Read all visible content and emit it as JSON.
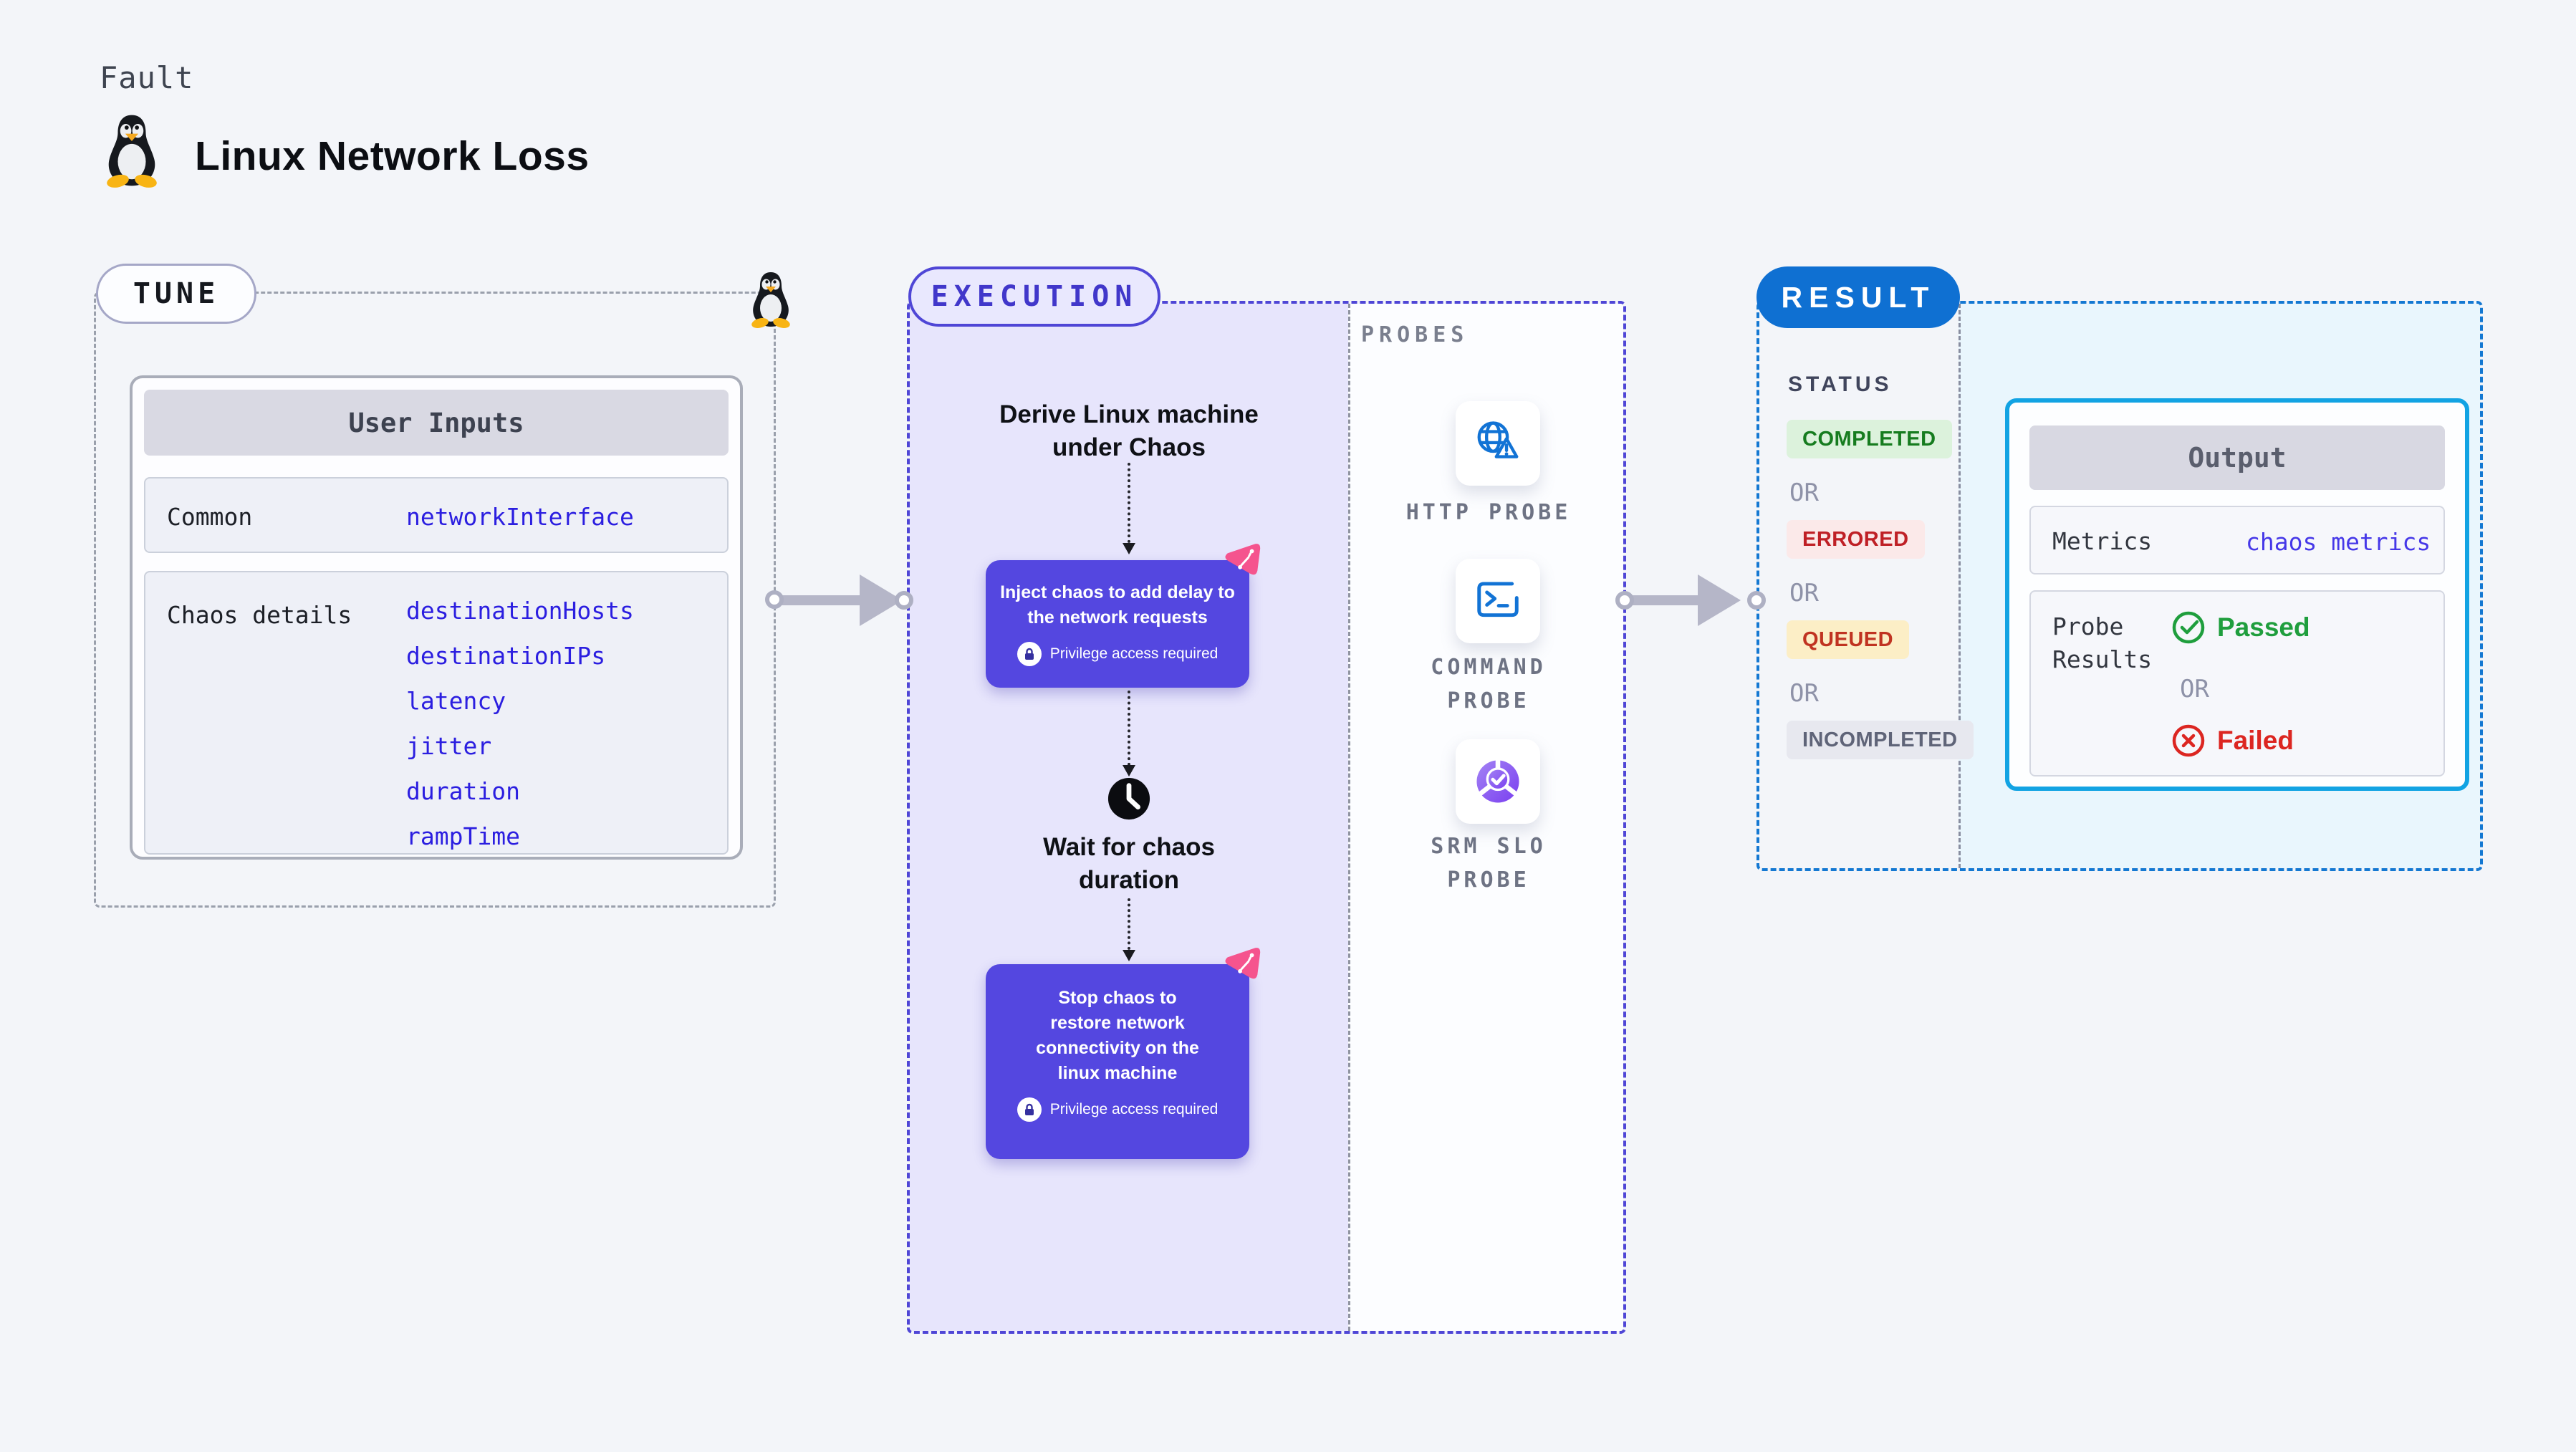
{
  "header": {
    "eyebrow": "Fault",
    "title": "Linux Network Loss"
  },
  "tune": {
    "badge": "TUNE",
    "table": {
      "title": "User Inputs",
      "rows": [
        {
          "label": "Common",
          "values": [
            "networkInterface"
          ]
        },
        {
          "label": "Chaos details",
          "values": [
            "destinationHosts",
            "destinationIPs",
            "latency",
            "jitter",
            "duration",
            "rampTime"
          ]
        }
      ]
    }
  },
  "execution": {
    "badge": "EXECUTION",
    "derive_step": "Derive Linux machine\nunder Chaos",
    "inject_step": "Inject chaos to add delay to\nthe network requests",
    "privilege_note": "Privilege access required",
    "wait_step": "Wait for chaos\nduration",
    "stop_step": "Stop chaos to\nrestore network\nconnectivity on the\nlinux machine"
  },
  "probes": {
    "label": "PROBES",
    "items": [
      {
        "name": "HTTP PROBE",
        "icon": "globe-alert-icon"
      },
      {
        "name": "COMMAND\nPROBE",
        "icon": "terminal-icon"
      },
      {
        "name": "SRM SLO\nPROBE",
        "icon": "slo-pie-chart-icon"
      }
    ]
  },
  "result": {
    "badge": "RESULT",
    "status_label": "STATUS",
    "or_label": "OR",
    "statuses": [
      {
        "label": "COMPLETED",
        "fg": "#167c1f",
        "bg": "#dcf2dc"
      },
      {
        "label": "ERRORED",
        "fg": "#bf2026",
        "bg": "#fbe9e9"
      },
      {
        "label": "QUEUED",
        "fg": "#c03321",
        "bg": "#fceec6"
      },
      {
        "label": "INCOMPLETED",
        "fg": "#5f6478",
        "bg": "#e7e8ef"
      }
    ],
    "output": {
      "title": "Output",
      "metrics_label": "Metrics",
      "metrics_value": "chaos metrics",
      "probe_results_label": "Probe\nResults",
      "passed_label": "Passed",
      "failed_label": "Failed"
    }
  },
  "colors": {
    "accent_indigo": "#4f46d6",
    "node_fill": "#5447e0",
    "result_blue": "#0f70d2",
    "output_border": "#12a3e3",
    "value_blue": "#2b1ee0",
    "passed_green": "#1f9e3d",
    "failed_red": "#dc2621",
    "chaos_pink": "#f5548e",
    "probe_icon_blue": "#1273d5"
  }
}
